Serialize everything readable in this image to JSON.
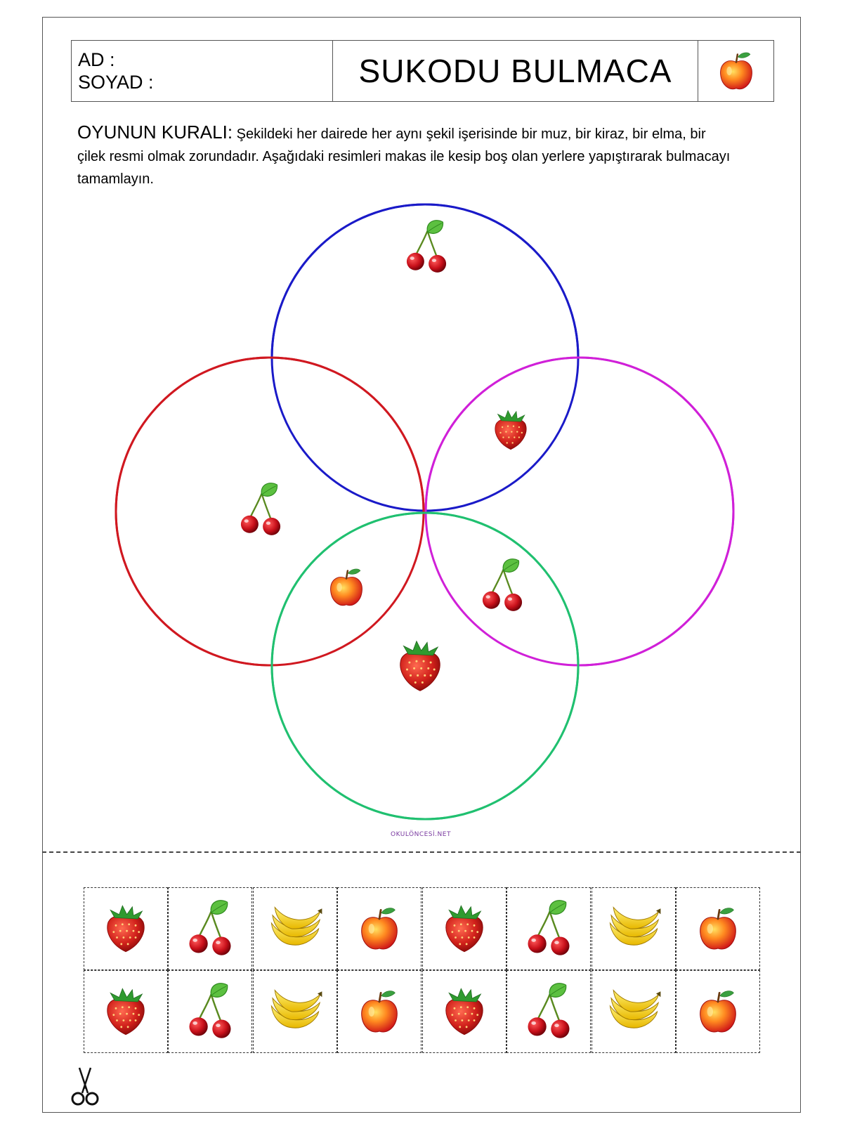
{
  "header": {
    "ad_label": "AD         :",
    "soyad_label": "SOYAD :",
    "title": "SUKODU BULMACA",
    "icon": "apple-icon"
  },
  "rules": {
    "heading": "OYUNUN KURALI:",
    "text": " Şekildeki her dairede her aynı şekil işerisinde bir muz, bir kiraz, bir elma, bir çilek resmi olmak zorundadır. Aşağıdaki resimleri makas ile kesip boş olan yerlere yapıştırarak bulmacayı tamamlayın."
  },
  "colors": {
    "center_fill": "#1ec0f0",
    "top_circle": "#1a1ac8",
    "left_circle": "#d01820",
    "right_circle": "#d020d8",
    "bottom_circle": "#20c070"
  },
  "puzzle_fruits": [
    "cherry-icon",
    "strawberry-icon",
    "cherry-icon",
    "apple-icon",
    "cherry-icon",
    "strawberry-icon"
  ],
  "credit": "OKULÖNCESİ.NET",
  "cutouts": {
    "rows": [
      [
        "strawberry-icon",
        "cherry-icon",
        "banana-icon",
        "apple-icon",
        "strawberry-icon",
        "cherry-icon",
        "banana-icon",
        "apple-icon"
      ],
      [
        "strawberry-icon",
        "cherry-icon",
        "banana-icon",
        "apple-icon",
        "strawberry-icon",
        "cherry-icon",
        "banana-icon",
        "apple-icon"
      ]
    ]
  },
  "scissors_icon": "scissors-icon"
}
